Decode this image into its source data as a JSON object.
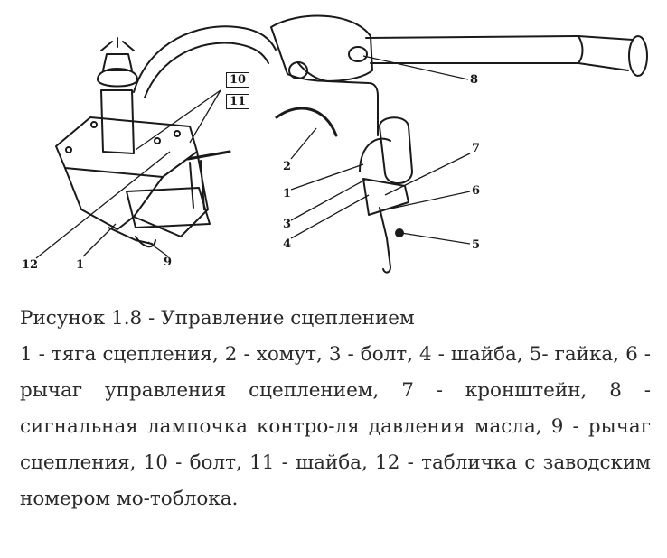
{
  "figure": {
    "callouts": [
      "1",
      "2",
      "3",
      "4",
      "5",
      "6",
      "7",
      "8",
      "9",
      "10",
      "11",
      "12",
      "1"
    ]
  },
  "caption": {
    "title": "Рисунок 1.8 - Управление сцеплением",
    "body": "1 - тяга сцепления, 2 - хомут, 3 - болт, 4 - шайба, 5- гайка, 6 - рычаг управления сцеплением, 7 - кронштейн, 8 - сигнальная лампочка контро-ля давления масла, 9 - рычаг сцепления, 10 - болт, 11 - шайба, 12 - табличка с заводским номером мо-тоблока."
  }
}
